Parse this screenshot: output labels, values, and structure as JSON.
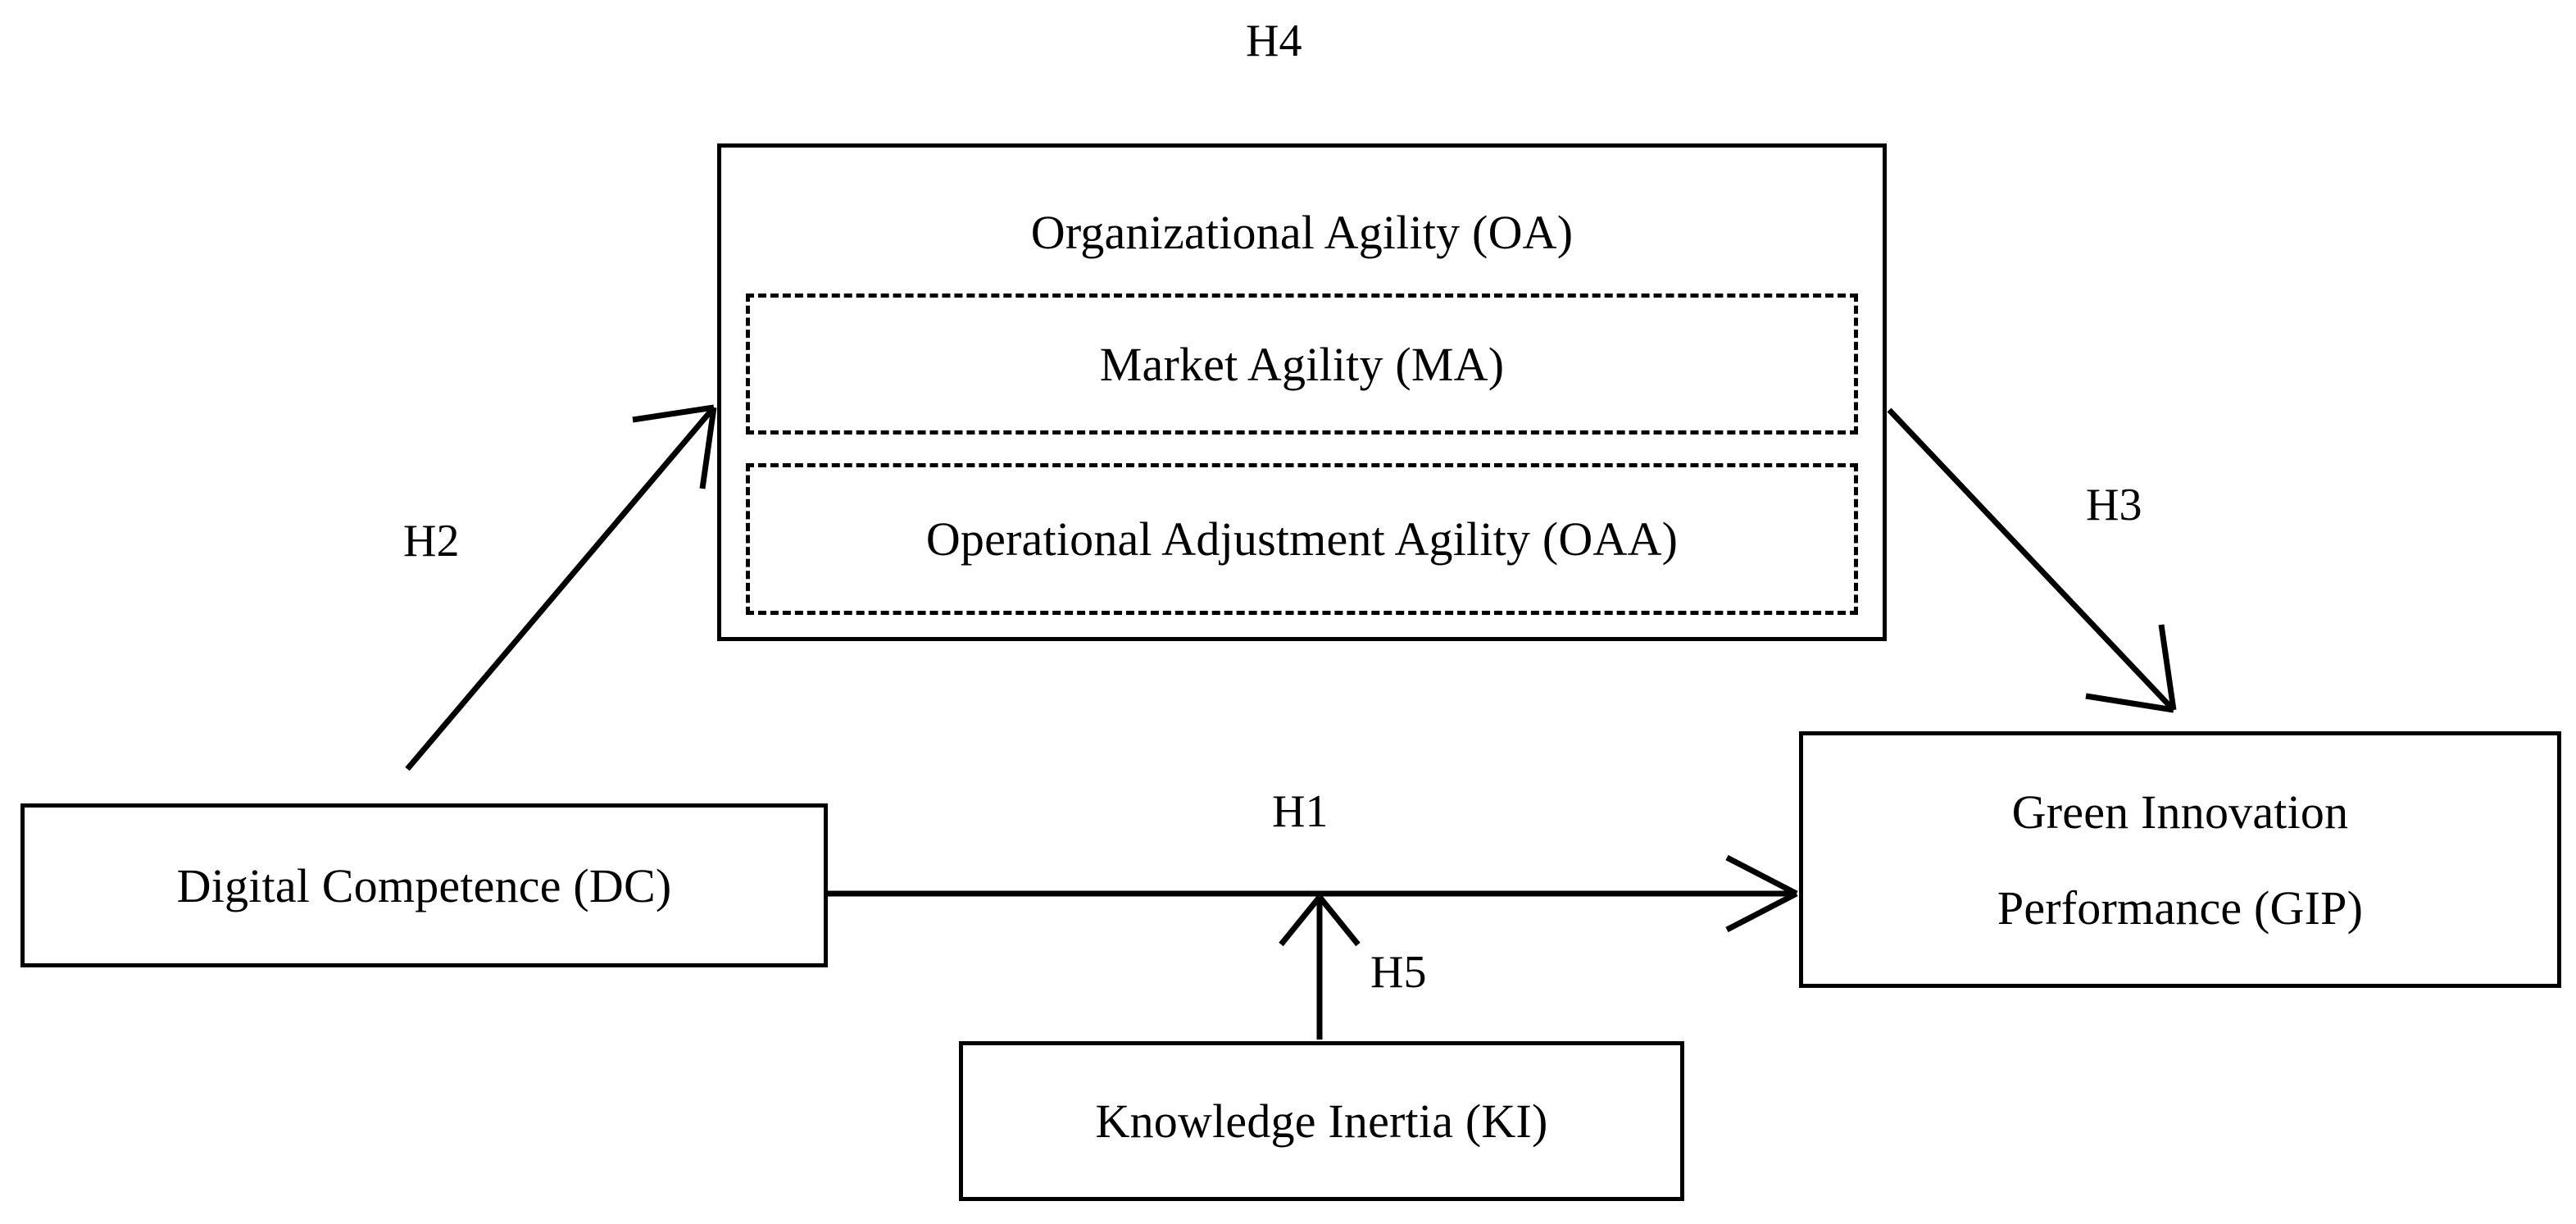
{
  "diagram": {
    "title_label": "H4",
    "nodes": {
      "oa": {
        "label": "Organizational Agility (OA)",
        "sub_nodes": [
          {
            "label": "Market Agility (MA)"
          },
          {
            "label": "Operational Adjustment Agility (OAA)"
          }
        ]
      },
      "dc": {
        "label": "Digital Competence (DC)"
      },
      "gip": {
        "line1": "Green Innovation",
        "line2": "Performance (GIP)"
      },
      "ki": {
        "label": "Knowledge Inertia (KI)"
      }
    },
    "hypotheses": {
      "h1": "H1",
      "h2": "H2",
      "h3": "H3",
      "h4": "H4",
      "h5": "H5"
    },
    "colors": {
      "stroke": "#000000",
      "background": "#ffffff"
    }
  }
}
